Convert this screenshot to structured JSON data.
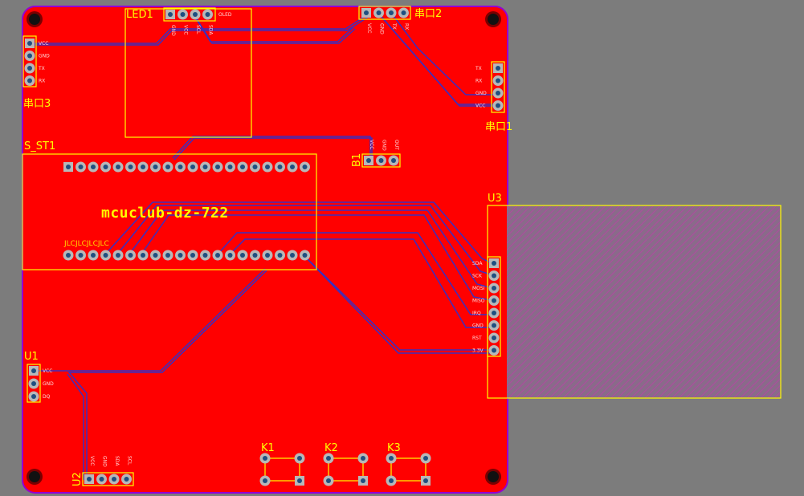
{
  "board": {
    "title": "mcuclub-dz-722",
    "colors": {
      "background": "#7c7c7c",
      "copper": "#ff0000",
      "outline": "#9400d3",
      "trace": "#3333cc",
      "silkscreen": "#ffff00",
      "pad": "#b0b0b0",
      "hole": "#1a4a7a"
    }
  },
  "components": {
    "led1": {
      "ref": "LED1",
      "pins": [
        "GND",
        "VCC",
        "SCL",
        "SDA"
      ],
      "extra": "OLED"
    },
    "uart2": {
      "ref": "串口2",
      "pins": [
        "VCC",
        "GND",
        "TX",
        "RX"
      ]
    },
    "uart3": {
      "ref": "串口3",
      "pins": [
        "VCC",
        "GND",
        "TX",
        "RX"
      ]
    },
    "uart1": {
      "ref": "串口1",
      "pins": [
        "TX",
        "RX",
        "GND",
        "VCC"
      ]
    },
    "sst1": {
      "ref": "S_ST1",
      "marking": "JLCJLCJLCJLC"
    },
    "b1": {
      "ref": "B1",
      "pins": [
        "VCC",
        "GND",
        "OUT"
      ]
    },
    "u3": {
      "ref": "U3",
      "pins": [
        "SDA",
        "SCK",
        "MOSI",
        "MISO",
        "IRQ",
        "GND",
        "RST",
        "3.3V"
      ]
    },
    "u1": {
      "ref": "U1",
      "pins": [
        "VCC",
        "GND",
        "DQ"
      ]
    },
    "u2": {
      "ref": "U2",
      "pins": [
        "VCC",
        "GND",
        "SDA",
        "SCL"
      ]
    },
    "k1": {
      "ref": "K1"
    },
    "k2": {
      "ref": "K2"
    },
    "k3": {
      "ref": "K3"
    }
  }
}
